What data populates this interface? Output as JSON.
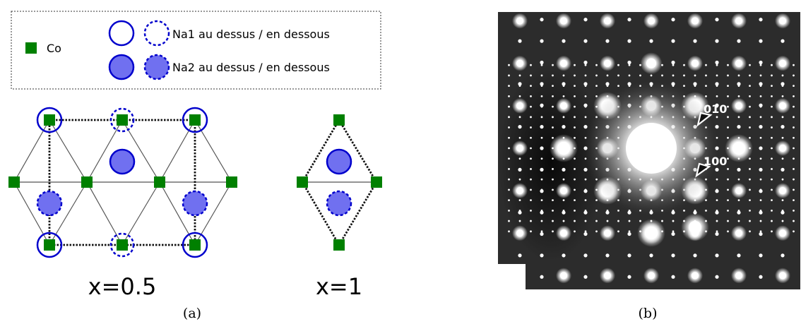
{
  "legend": {
    "co_label": "Co",
    "na1_label": "Na1 au dessus / en dessous",
    "na2_label": "Na2 au dessus / en dessous"
  },
  "structures": {
    "x05_label": "x=0.5",
    "x1_label": "x=1"
  },
  "captions": {
    "a": "(a)",
    "b": "(b)"
  },
  "diffraction": {
    "label_010": "010",
    "label_100": "100"
  },
  "colors": {
    "co": "#008000",
    "na_stroke": "#0000cc",
    "na_fill": "#7070f0"
  }
}
